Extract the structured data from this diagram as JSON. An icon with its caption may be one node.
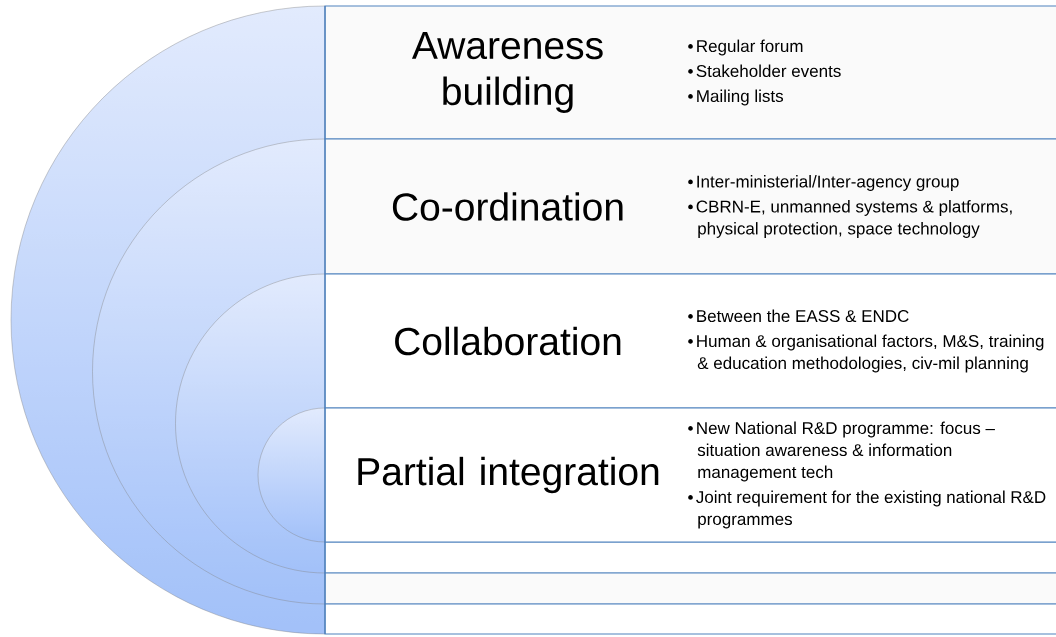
{
  "diagram": {
    "nodes": [
      {
        "text": [
          "Awareness building",
          "Regular forum",
          "Stakeholder events",
          "Mailing lists"
        ]
      },
      {
        "text": [
          "Co-ordination",
          "Inter-ministerial/Inter-agency group",
          "CBRN-E, unmanned systems & platforms, physical protection, space technology"
        ]
      },
      {
        "text": [
          "Collaboration",
          "Between the EASS & ENDC",
          "Human & organisational factors, M&S, training & education methodologies, civ-mil planning"
        ]
      },
      {
        "text": [
          "Partial integration",
          "New National R&D programme: focus – situation awareness & information management tech",
          "Joint requirement for the existing national R&D programmes"
        ]
      }
    ]
  }
}
